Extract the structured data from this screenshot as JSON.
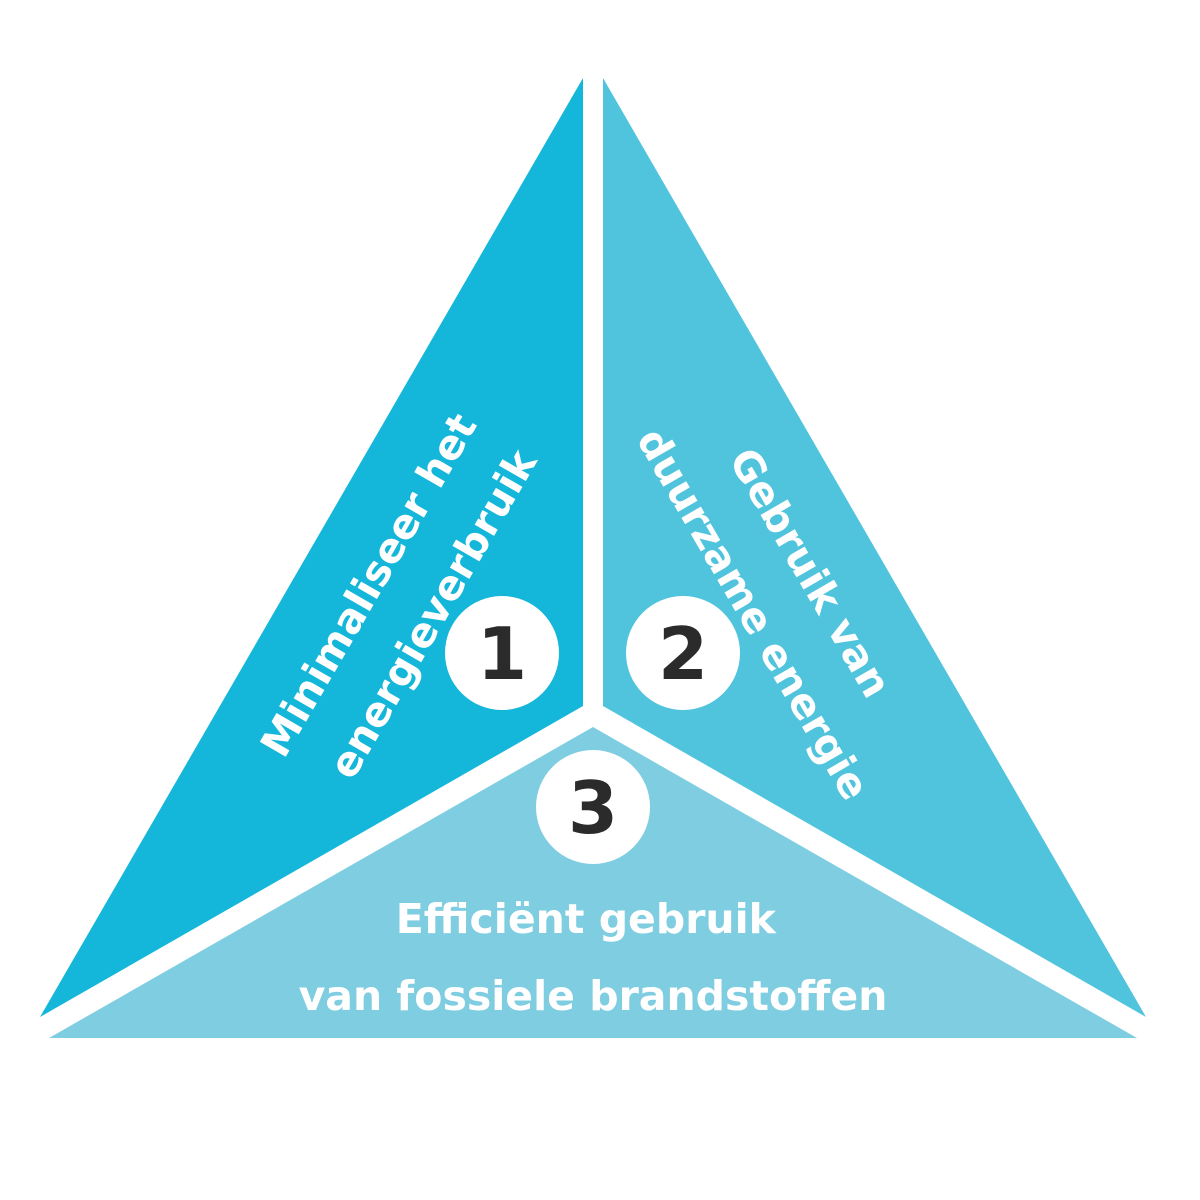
{
  "segments": [
    {
      "number": "1",
      "color": "#14b7da",
      "label_lines": [
        "Minimaliseer het",
        "energieverbruik"
      ]
    },
    {
      "number": "2",
      "color": "#50c4dd",
      "label_lines": [
        "Gebruik van",
        "duurzame energie"
      ]
    },
    {
      "number": "3",
      "color": "#7fcde1",
      "label_lines": [
        "Efficiënt gebruik",
        "van fossiele brandstoffen"
      ]
    }
  ],
  "badge_color": "#ffffff",
  "number_color": "#2b2b2b"
}
